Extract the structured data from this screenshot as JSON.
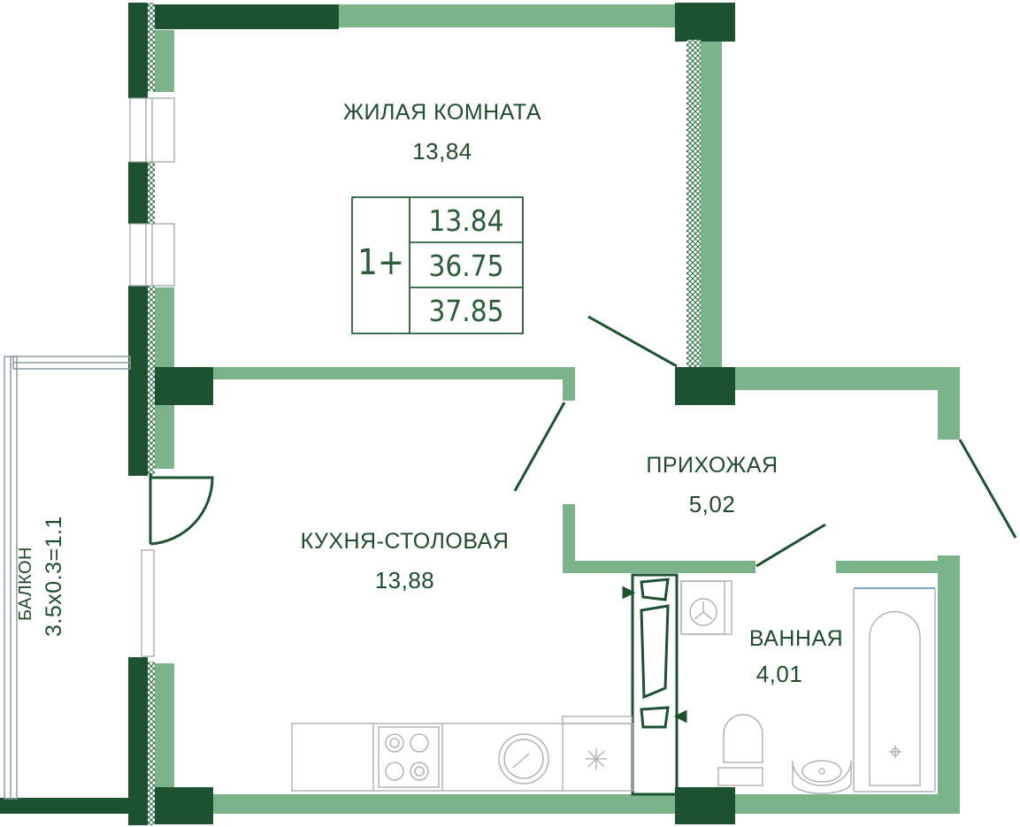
{
  "plan": {
    "rooms": [
      {
        "id": "living-room",
        "name": "ЖИЛАЯ КОМНАТА",
        "area": "13,84"
      },
      {
        "id": "kitchen-dining",
        "name": "КУХНЯ-СТОЛОВАЯ",
        "area": "13,88"
      },
      {
        "id": "hallway",
        "name": "ПРИХОЖАЯ",
        "area": "5,02"
      },
      {
        "id": "bathroom",
        "name": "ВАННАЯ",
        "area": "4,01"
      }
    ],
    "balcony": {
      "name": "БАЛКОН",
      "area": "3.5x0.3=1.1"
    },
    "summary": {
      "type": "1+",
      "living_area": "13.84",
      "total_area": "36.75",
      "total_with_balcony": "37.85"
    },
    "colors": {
      "dark_wall": "#1c5230",
      "light_wall": "#7ab38a",
      "text": "#1e4d2b",
      "fixture": "#b4b4b4"
    }
  }
}
